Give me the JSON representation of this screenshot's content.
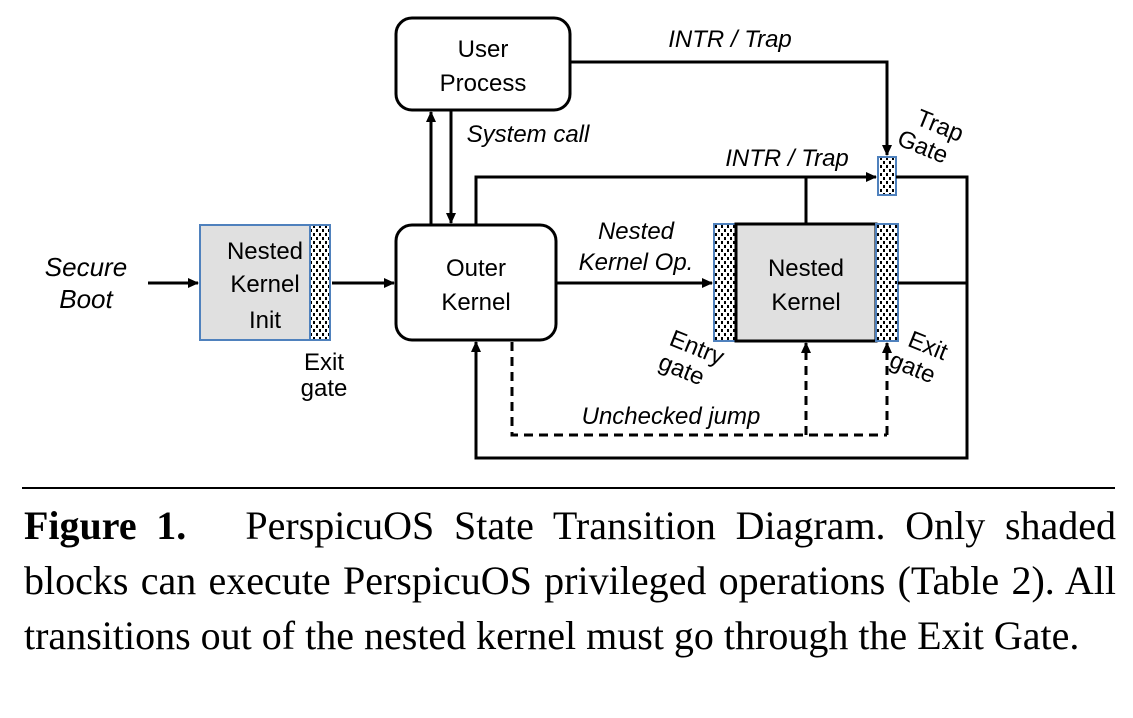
{
  "diagram": {
    "nodes": {
      "secure_boot": [
        "Secure",
        "Boot"
      ],
      "nested_kernel_init": [
        "Nested",
        "Kernel",
        "Init"
      ],
      "user_process": [
        "User",
        "Process"
      ],
      "outer_kernel": [
        "Outer",
        "Kernel"
      ],
      "nested_kernel": [
        "Nested",
        "Kernel"
      ]
    },
    "gates": {
      "init_exit_gate": [
        "Exit",
        "gate"
      ],
      "entry_gate": [
        "Entry",
        "gate"
      ],
      "exit_gate": [
        "Exit",
        "gate"
      ],
      "trap_gate": [
        "Trap",
        "Gate"
      ]
    },
    "edges": {
      "intr_trap_top": "INTR / Trap",
      "system_call": "System call",
      "intr_trap_mid": "INTR / Trap",
      "nested_kernel_op": [
        "Nested",
        "Kernel Op."
      ],
      "unchecked_jump": "Unchecked jump"
    },
    "colors": {
      "shaded_block": "#e0e0e0",
      "gate_border": "#4f81bd",
      "line": "#000000"
    }
  },
  "caption": {
    "label": "Figure 1.",
    "text": "PerspicuOS State Transition Diagram. Only shaded blocks can execute PerspicuOS privileged operations (Table 2). All transitions out of the nested kernel must go through the Exit Gate."
  }
}
